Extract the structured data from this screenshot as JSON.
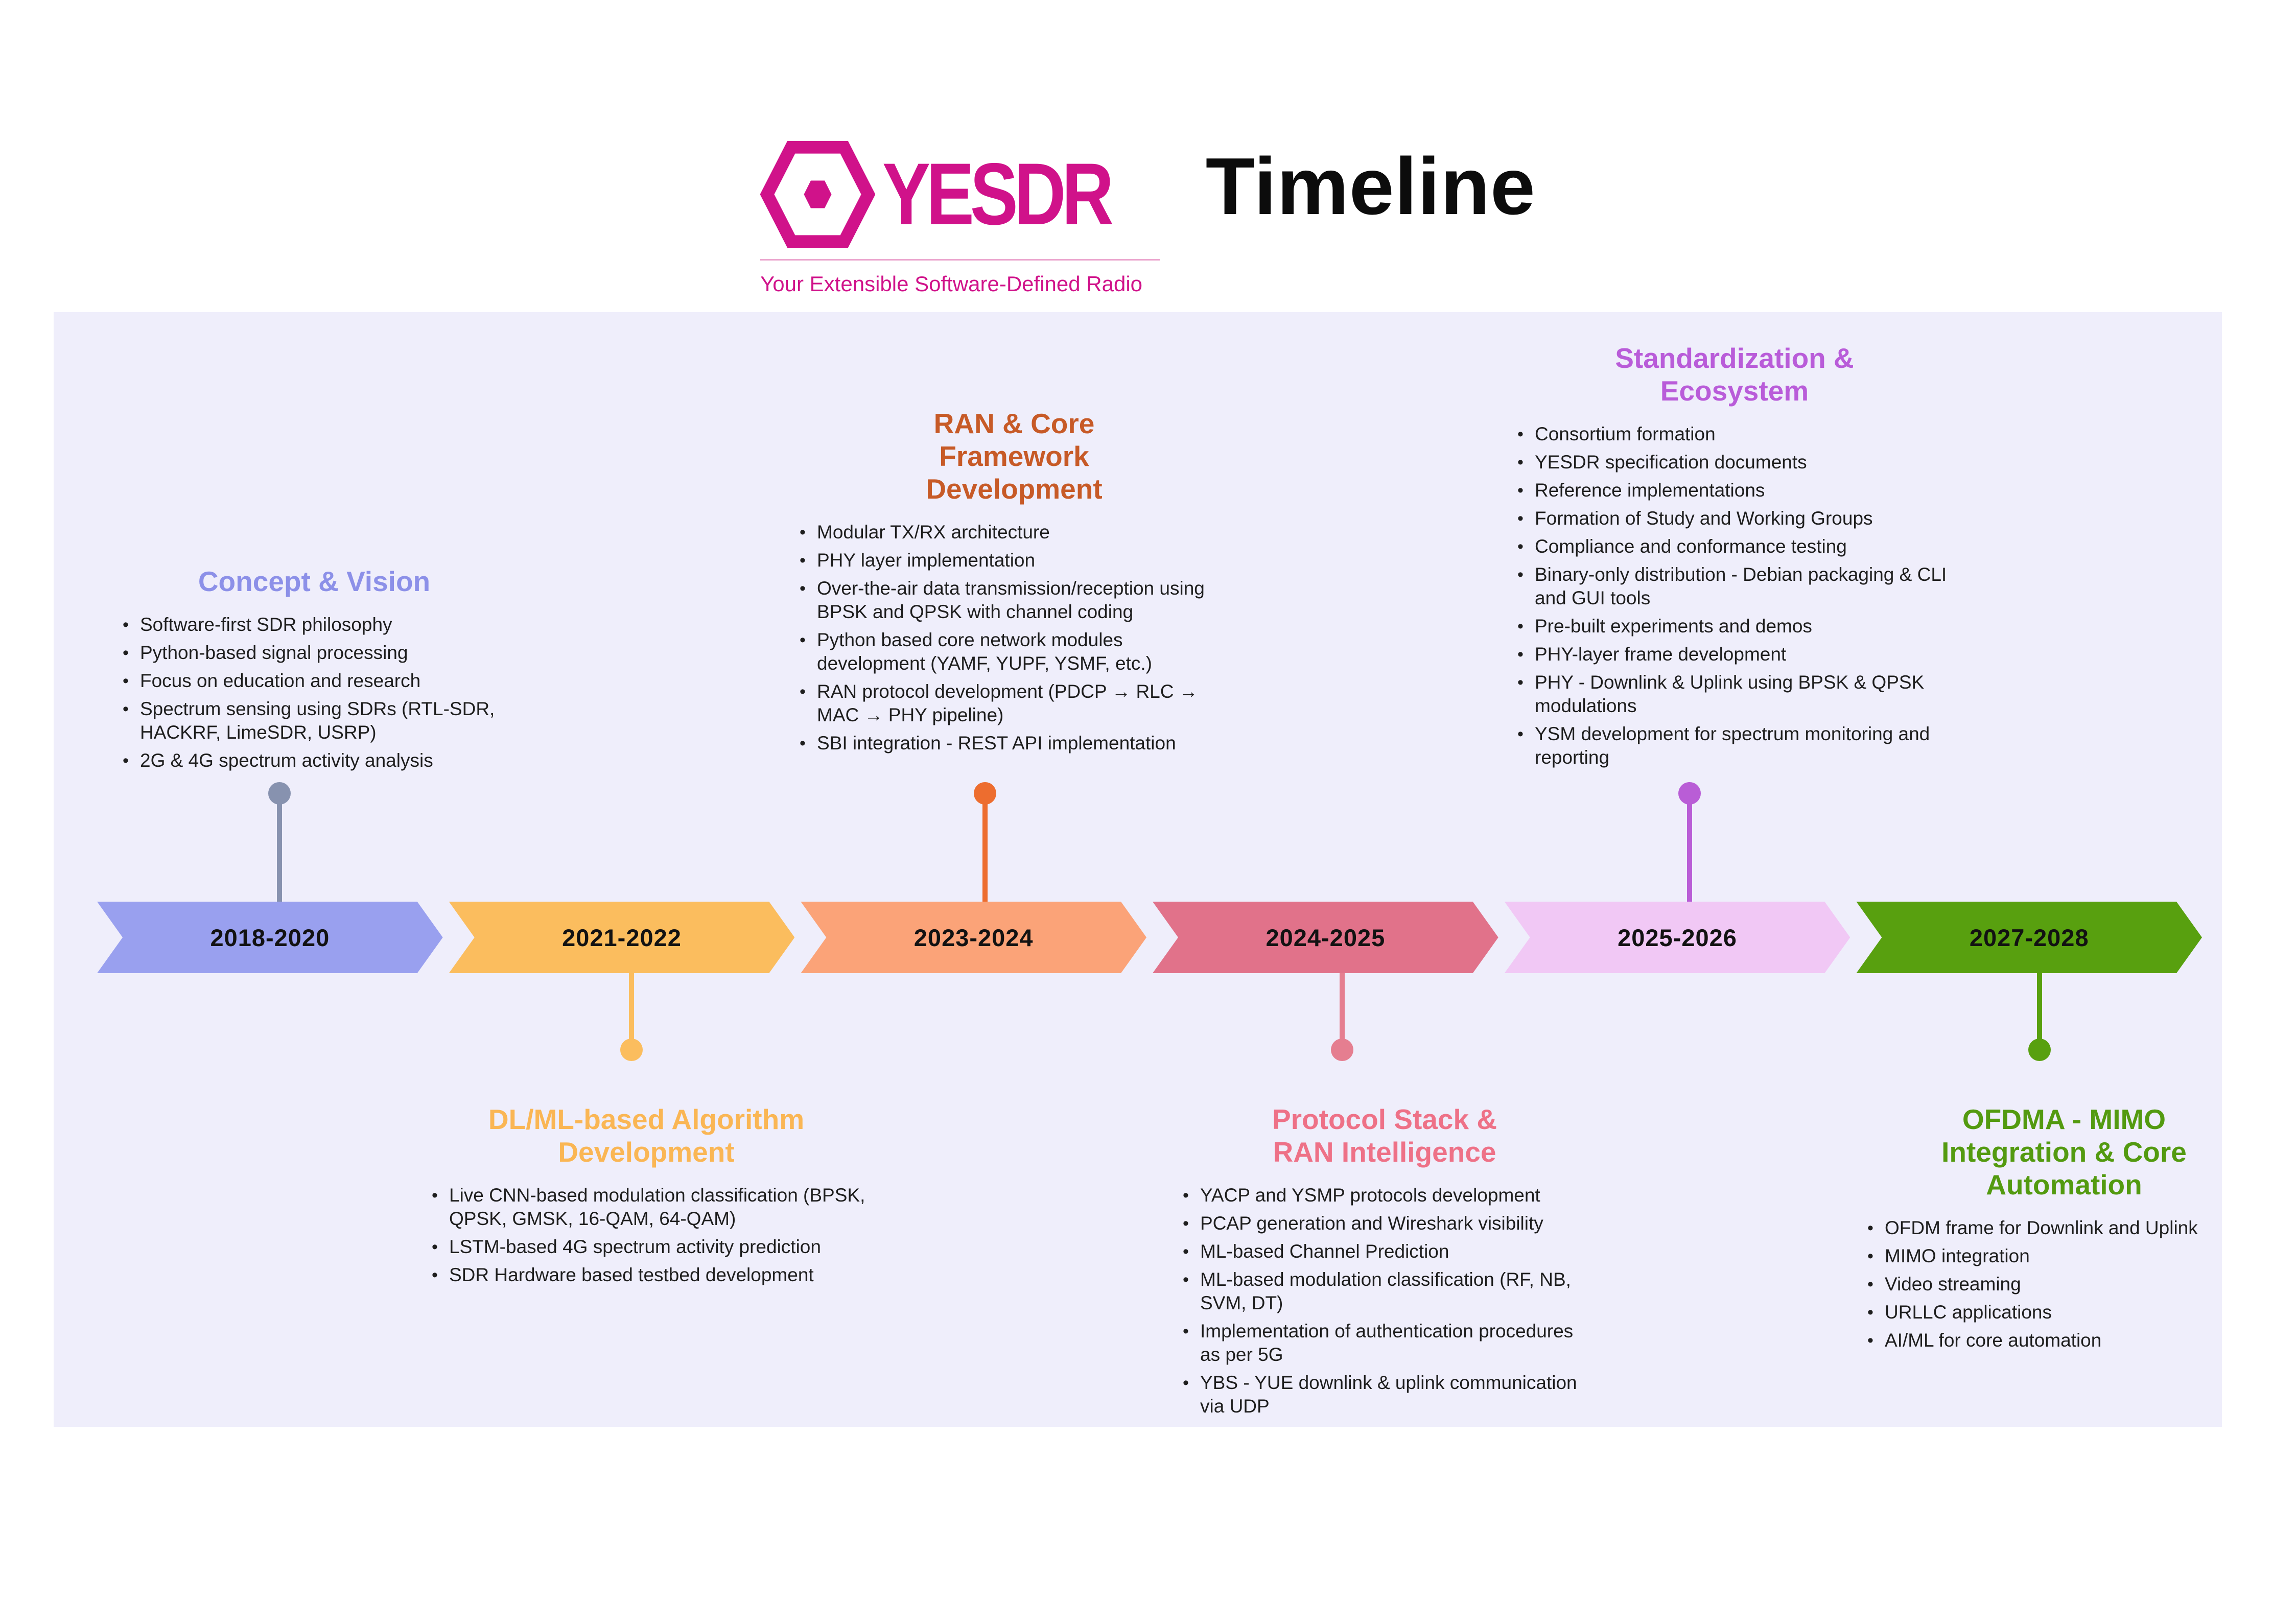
{
  "header": {
    "logo_text": "YESDR",
    "tagline": "Your Extensible Software-Defined Radio",
    "title": "Timeline"
  },
  "colors": {
    "page_background": "#ffffff",
    "panel_background": "#EFEEFB",
    "brand_magenta": "#D0128A",
    "logo_underline": "#EBA6CE",
    "title_black": "#0c0c0c",
    "body_text": "#1e1e1e",
    "date_text": "#121212"
  },
  "milestones": [
    {
      "date": "2018-2020",
      "position": "above",
      "arrow_color": "#99A0EF",
      "stem_color": "#8792AF",
      "title_color": "#8C90E8",
      "title_lines": [
        "Concept & Vision"
      ],
      "items": [
        "Software-first SDR philosophy",
        "Python-based signal processing",
        "Focus on education and research",
        "Spectrum sensing using SDRs (RTL-SDR, HACKRF, LimeSDR, USRP)",
        "2G & 4G spectrum activity analysis"
      ]
    },
    {
      "date": "2021-2022",
      "position": "below",
      "arrow_color": "#FBBD5E",
      "stem_color": "#FBBD5E",
      "title_color": "#FAB654",
      "title_lines": [
        "DL/ML-based Algorithm",
        "Development"
      ],
      "items": [
        "Live CNN-based modulation classification (BPSK, QPSK, GMSK, 16-QAM, 64-QAM)",
        "LSTM-based 4G spectrum activity prediction",
        "SDR Hardware based testbed development"
      ]
    },
    {
      "date": "2023-2024",
      "position": "above",
      "arrow_color": "#FBA378",
      "stem_color": "#ED6D2F",
      "title_color": "#C75A27",
      "title_lines": [
        "RAN & Core",
        "Framework",
        "Development"
      ],
      "items": [
        "Modular TX/RX architecture",
        "PHY layer implementation",
        "Over-the-air data transmission/reception using BPSK and QPSK with channel coding",
        "Python based core network modules development (YAMF, YUPF, YSMF, etc.)",
        "RAN protocol development (PDCP → RLC → MAC → PHY pipeline)",
        "SBI integration - REST API implementation"
      ]
    },
    {
      "date": "2024-2025",
      "position": "below",
      "arrow_color": "#E1728A",
      "stem_color": "#E57E90",
      "title_color": "#EE7187",
      "title_lines": [
        "Protocol Stack &",
        "RAN Intelligence"
      ],
      "items": [
        "YACP and YSMP protocols development",
        "PCAP generation and Wireshark visibility",
        "ML-based Channel Prediction",
        "ML-based modulation classification (RF, NB, SVM, DT)",
        "Implementation of authentication procedures as per 5G",
        "YBS - YUE downlink & uplink communication via UDP"
      ]
    },
    {
      "date": "2025-2026",
      "position": "above",
      "arrow_color": "#F1C8F5",
      "stem_color": "#B95DD6",
      "title_color": "#B95CD9",
      "title_lines": [
        "Standardization &",
        "Ecosystem"
      ],
      "items": [
        "Consortium formation",
        "YESDR specification documents",
        "Reference implementations",
        "Formation of Study and Working Groups",
        "Compliance and conformance testing",
        "Binary-only distribution - Debian packaging  & CLI and GUI tools",
        "Pre-built experiments and demos",
        "PHY-layer frame development",
        "PHY - Downlink & Uplink using BPSK & QPSK modulations",
        "YSM development for spectrum monitoring and reporting"
      ]
    },
    {
      "date": "2027-2028",
      "position": "below",
      "arrow_color": "#58A00F",
      "stem_color": "#58A00F",
      "title_color": "#539A10",
      "title_lines": [
        "OFDMA - MIMO",
        "Integration & Core",
        "Automation"
      ],
      "items": [
        "OFDM frame for Downlink and Uplink",
        "MIMO integration",
        "Video streaming",
        "URLLC applications",
        "AI/ML for core automation"
      ]
    }
  ]
}
